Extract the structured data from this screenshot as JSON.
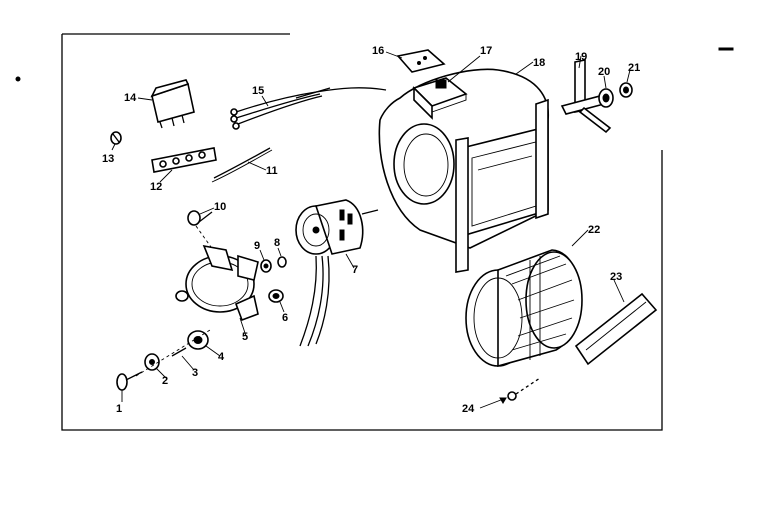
{
  "parts": [
    {
      "id": "p1",
      "label": "1"
    },
    {
      "id": "p2",
      "label": "2"
    },
    {
      "id": "p3",
      "label": "3"
    },
    {
      "id": "p4",
      "label": "4"
    },
    {
      "id": "p5",
      "label": "5"
    },
    {
      "id": "p6",
      "label": "6"
    },
    {
      "id": "p7",
      "label": "7"
    },
    {
      "id": "p8",
      "label": "8"
    },
    {
      "id": "p9",
      "label": "9"
    },
    {
      "id": "p10",
      "label": "10"
    },
    {
      "id": "p11",
      "label": "11"
    },
    {
      "id": "p12",
      "label": "12"
    },
    {
      "id": "p13",
      "label": "13"
    },
    {
      "id": "p14",
      "label": "14"
    },
    {
      "id": "p15",
      "label": "15"
    },
    {
      "id": "p16",
      "label": "16"
    },
    {
      "id": "p17",
      "label": "17"
    },
    {
      "id": "p18",
      "label": "18"
    },
    {
      "id": "p19",
      "label": "19"
    },
    {
      "id": "p20",
      "label": "20"
    },
    {
      "id": "p21",
      "label": "21"
    },
    {
      "id": "p22",
      "label": "22"
    },
    {
      "id": "p23",
      "label": "23"
    },
    {
      "id": "p24",
      "label": "24"
    }
  ],
  "colors": {
    "ink": "#000000",
    "paper": "#ffffff"
  }
}
